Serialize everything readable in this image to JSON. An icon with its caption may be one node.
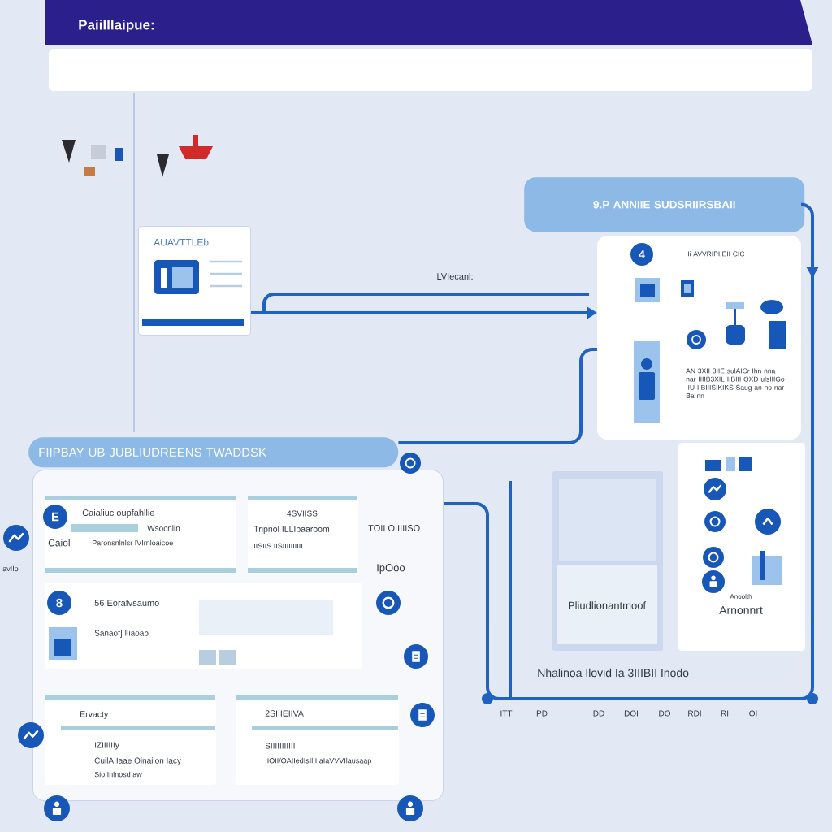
{
  "diagram": {
    "title": "Paiilllaipue:",
    "nodes": [
      {
        "text": [
          "AUAVTTLEb"
        ]
      },
      {
        "text": [
          "9.P ANNIIE SUDSRIIRSBAII"
        ]
      },
      {
        "text": [
          "Ii AVVRIPIIEII CIC",
          "AN 3XII 3IIE sulAICr Ihn nna nar IIIIB3XIL IIBIII OXD ulsIIIGo IIU IIBIIISIKIKS Saug an no nar Ba nn"
        ]
      },
      {
        "text": [
          "4"
        ],
        "in": 2
      },
      {
        "text": [
          "Anoolth",
          "Arnonnrt"
        ]
      },
      {
        "text": [
          "Pliudlionantmoof"
        ]
      },
      {
        "text": [
          "FIIPBAY UB JUBLIUDREENS TWADDSK"
        ]
      },
      {
        "text": [],
        "shape": "box"
      },
      {
        "text": [
          "Caialiuc oupfahllie",
          "Wsocnlin",
          "Caiol",
          "Paronsnlnlsr IVIrnloaicoe"
        ],
        "in": 7
      },
      {
        "text": [
          "E"
        ],
        "in": 8
      },
      {
        "text": [
          "4SVIISS",
          "Tripnol ILLIpaaroom",
          "IISIIS IISIIIIIIIIII"
        ],
        "in": 7
      },
      {
        "text": [
          "56 Eorafvsaumo",
          "Sanaof] Iliaoab"
        ],
        "in": 7
      },
      {
        "text": [
          "8"
        ],
        "in": 11
      },
      {
        "text": [
          "Ervacty",
          "IZIIIIIIy",
          "CuilA Iaae Oinaiion Iacy",
          "Sio Inlnosd aw"
        ],
        "in": 7
      },
      {
        "text": [
          "2SIIIEIIVA",
          "SIIIIIIIIIII",
          "IIOII/OAIIedIsIlIIIaIaVVVIlausaap"
        ],
        "in": 7
      }
    ],
    "edges": [
      {
        "from": 0,
        "to": 2,
        "arrow": "to",
        "label": "LVIecanl:"
      },
      {
        "from": 2,
        "to": 6,
        "arrow": "none"
      },
      {
        "from": 1,
        "to": 7,
        "arrow": "to"
      }
    ],
    "labels": [
      "TOII OIIIIISO",
      "IpOoo",
      "avIIo",
      "Nhalinoa Ilovid Ia 3IIIBII Inodo",
      "ITT",
      "PD",
      "DD",
      "DOI",
      "DO",
      "RDI",
      "RI",
      "OI"
    ]
  }
}
